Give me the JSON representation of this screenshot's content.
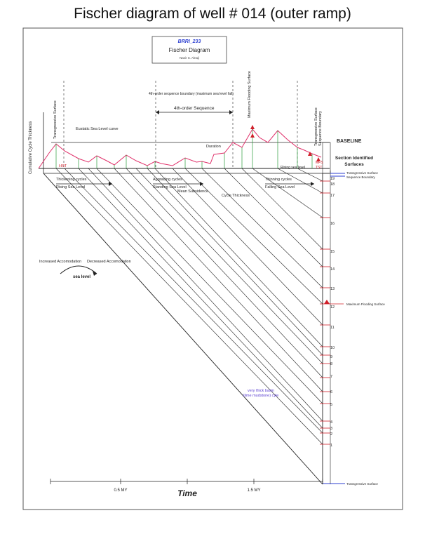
{
  "title": "Fischer diagram of well # 014 (outer ramp)",
  "legend_box": {
    "code": "BRRI_233",
    "name": "Fischer Diagram",
    "author": "Nasir S. Alnaji"
  },
  "annotations": {
    "cumulative_thickness": "Cumulative Cycle Thickness",
    "transgressive_surface_left": "Transgressive Surface",
    "eustatic_curve": "Eustatic Sea Level curve",
    "sequence_boundary_note": "4th-order sequence boundary (maximum sea level fall)",
    "fourth_order_sequence": "4th-order Sequence",
    "maximum_flooding_surface_top": "Maximum Flooding Surface",
    "transgressive_surface_right": "Transgressive Surface",
    "sequence_boundary_right": "Sequence Boundary",
    "baseline": "BASELINE",
    "duration": "Duration",
    "rising_sea_level_small": "Rising sea level",
    "tst": "TST",
    "hst": "HST",
    "mfs_short": "MFS",
    "thickening_cycles": "Thickening cycles",
    "rising_sea_level": "Rising Sea Level",
    "aggrading_cycles": "Aggrading cycles",
    "standing_sea_level": "Standing Sea Level",
    "mean_subsidence": "Mean Subsidence",
    "cycle_thickness": "Cycle Thickness",
    "thinning_cycles": "Thinning cycles",
    "falling_sea_level": "Falling Sea Level",
    "section_identified": "Section Identified",
    "surfaces": "Surfaces",
    "ts_legend": "Transgressive Surface",
    "sb_legend": "Sequence Boundary",
    "mfs_legend": "Maximum Flooding Surface",
    "ts_bottom": "Transgressive Surface",
    "increased_accomodation": "Increased Accomodation",
    "decreased_accomodation": "Decreased Accomodation",
    "sea_level": "sea level",
    "basin_note_1": "very thick basin",
    "basin_note_2": "(lime mudstone) cyle"
  },
  "axis": {
    "tick_05": "0.5 MY",
    "tick_15": "1.5 MY",
    "xlabel": "Time"
  },
  "cycle_numbers": [
    "19",
    "18",
    "17",
    "16",
    "15",
    "14",
    "13",
    "12",
    "11",
    "10",
    "9",
    "8",
    "7",
    "6",
    "5",
    "4",
    "3",
    "2",
    "1"
  ],
  "colors": {
    "curve": "#e0306a",
    "green": "#2a9a3a",
    "blue": "#2c3fd0",
    "red": "#d0202a",
    "purple": "#5a3fd0"
  }
}
